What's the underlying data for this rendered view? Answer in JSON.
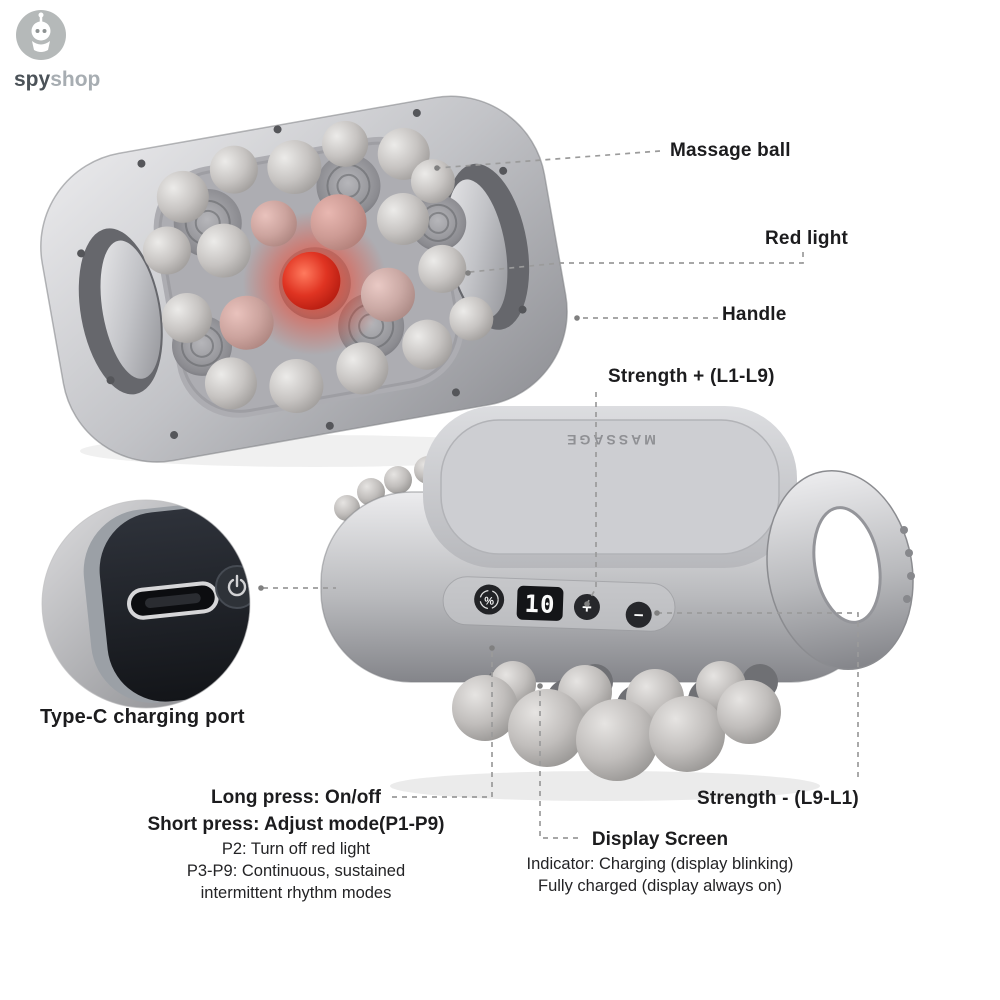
{
  "brand": {
    "prefix": "spy",
    "suffix": "shop"
  },
  "device_front": {
    "embossed": "MASSAGE",
    "display_value": "10",
    "mode_glyph": "%",
    "plus_glyph": "+",
    "minus_glyph": "−"
  },
  "annotations": {
    "massage_ball": "Massage ball",
    "red_light": "Red light",
    "handle": "Handle",
    "strength_plus": "Strength + (L1-L9)",
    "strength_minus": "Strength - (L9-L1)",
    "type_c": "Type-C charging port",
    "instructions": {
      "line1": "Long press: On/off",
      "line2": "Short press: Adjust mode(P1-P9)",
      "line3": "P2: Turn off red light",
      "line4": "P3-P9: Continuous, sustained",
      "line5": "intermittent rhythm modes"
    },
    "display": {
      "title": "Display Screen",
      "line1": "Indicator: Charging (display blinking)",
      "line2": "Fully charged (display always on)"
    }
  },
  "icons": {
    "logo": "spy-mascot-icon",
    "power": "power-icon",
    "mode": "mode-cycle-icon",
    "plus": "plus-icon",
    "minus": "minus-icon"
  },
  "colors": {
    "accent_red": "#d8301e",
    "label_text": "#1c1c1e",
    "leader_line": "#9b9b9b",
    "ball_gray": "#c7c4c2",
    "body_silver": "#c2c3c7",
    "display_bg": "#141518"
  }
}
